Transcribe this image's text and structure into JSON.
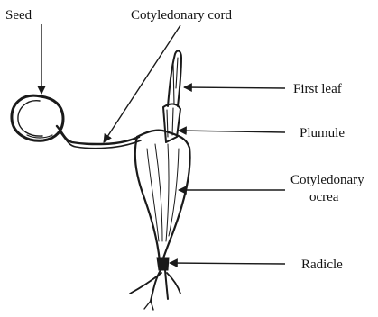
{
  "labels": {
    "seed": "Seed",
    "cotyledonary_cord": "Cotyledonary cord",
    "first_leaf": "First leaf",
    "plumule": "Plumule",
    "cotyledonary_ocrea_line1": "Cotyledonary",
    "cotyledonary_ocrea_line2": "ocrea",
    "radicle": "Radicle"
  },
  "colors": {
    "ink": "#1a1a1a",
    "background": "#ffffff"
  }
}
